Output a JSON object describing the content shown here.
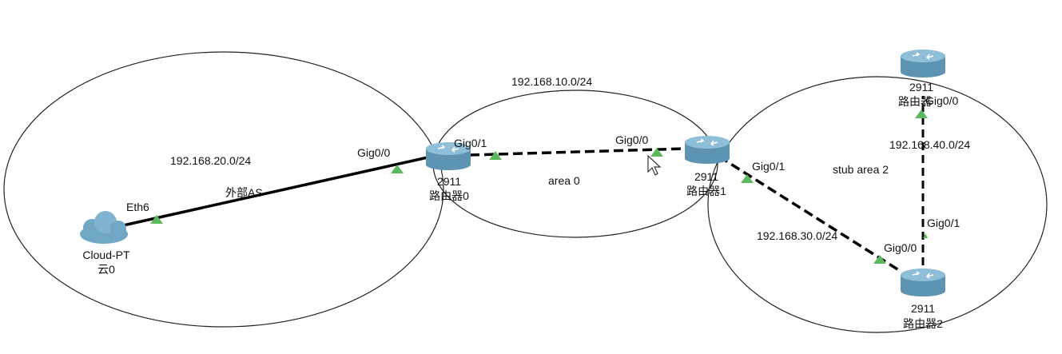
{
  "areas": {
    "external": {
      "subnet": "192.168.20.0/24",
      "label": "外部AS"
    },
    "area0": {
      "subnet": "192.168.10.0/24",
      "label": "area 0"
    },
    "stub": {
      "label": "stub area 2",
      "subnet_top": "192.168.40.0/24",
      "subnet_bottom": "192.168.30.0/24"
    }
  },
  "devices": {
    "cloud": {
      "model": "Cloud-PT",
      "name": "云0",
      "icon": "cloud-icon"
    },
    "router0": {
      "model": "2911",
      "name": "路由器0",
      "icon": "router-icon"
    },
    "router1": {
      "model": "2911",
      "name": "路由器1",
      "icon": "router-icon"
    },
    "router2": {
      "model": "2911",
      "name": "路由器2",
      "icon": "router-icon"
    },
    "router3": {
      "model": "2911",
      "name": "路由器",
      "icon": "router-icon"
    }
  },
  "ports": {
    "cloud_eth": "Eth6",
    "r0_left": "Gig0/0",
    "r0_right": "Gig0/1",
    "r1_left": "Gig0/0",
    "r1_right": "Gig0/1",
    "r2_top": "Gig0/1",
    "r2_left": "Gig0/0",
    "r3_bottom": "Gig0/0"
  },
  "colors": {
    "link_up_triangle": "#5cb85c",
    "router": "#5d93b3",
    "cloud": "#6fa7c4"
  }
}
